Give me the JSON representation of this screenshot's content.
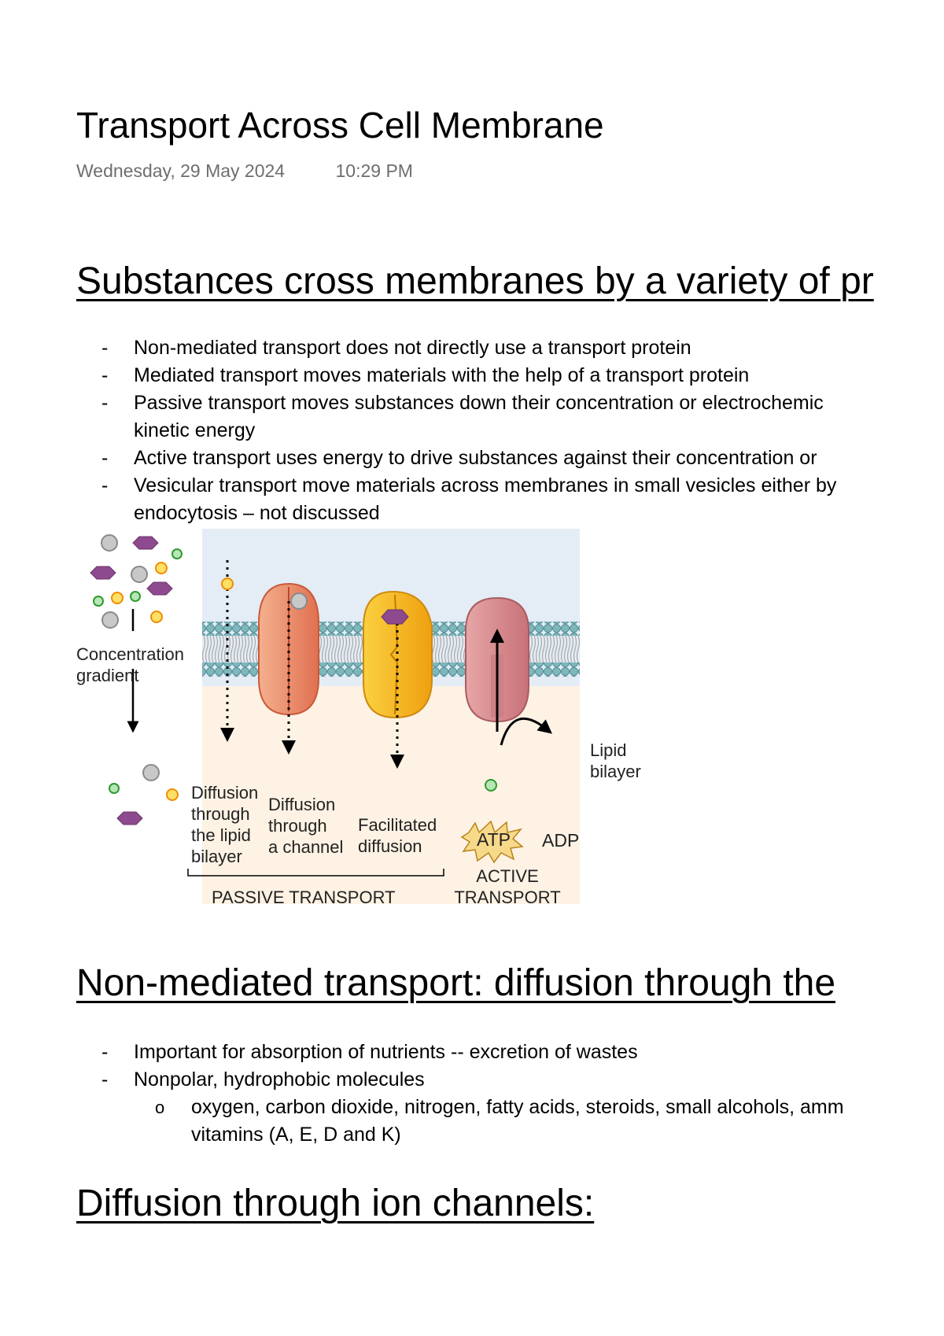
{
  "page": {
    "title": "Transport Across Cell Membrane",
    "date": "Wednesday, 29 May 2024",
    "time": "10:29 PM"
  },
  "section1": {
    "heading": "Substances cross membranes by a variety of pr",
    "bullets": [
      "Non-mediated transport does not directly use a transport protein",
      "Mediated transport moves materials with the help of a transport protein",
      "Passive transport moves substances down their concentration or electrochemic",
      "kinetic energy",
      "Active transport uses energy to drive substances against their concentration or",
      "Vesicular transport move materials across membranes in small vesicles either by",
      "endocytosis – not discussed"
    ],
    "bullet_symbol": "-"
  },
  "figure": {
    "concentration_gradient": [
      "Concentration",
      "gradient"
    ],
    "lipid_bilayer": [
      "Lipid",
      "bilayer"
    ],
    "diffusion_lipid": [
      "Diffusion",
      "through",
      "the lipid",
      "bilayer"
    ],
    "diffusion_channel": [
      "Diffusion",
      "through",
      "a channel"
    ],
    "facilitated": [
      "Facilitated",
      "diffusion"
    ],
    "atp": "ATP",
    "adp": "ADP",
    "passive_transport": "PASSIVE TRANSPORT",
    "active_transport": [
      "ACTIVE",
      "TRANSPORT"
    ],
    "colors": {
      "panel_top": "#e4ecf5",
      "panel_bottom": "#fdf2e4",
      "phospholipid_head": "#7fb7bd",
      "channel_protein": "#ee9a78",
      "carrier_protein": "#f5b81e",
      "pump_protein": "#d98a8e",
      "hexagon": "#8e4a8e"
    }
  },
  "section2": {
    "heading": "Non-mediated transport: diffusion through the",
    "bullets": [
      "Important for absorption of nutrients -- excretion of wastes",
      "Nonpolar, hydrophobic molecules"
    ],
    "sub_bullets": [
      "oxygen, carbon dioxide, nitrogen, fatty acids, steroids, small alcohols, amm",
      "vitamins (A, E, D and K)"
    ],
    "sub_bullet_symbol": "o"
  },
  "section3": {
    "heading": "Diffusion through ion channels:"
  }
}
